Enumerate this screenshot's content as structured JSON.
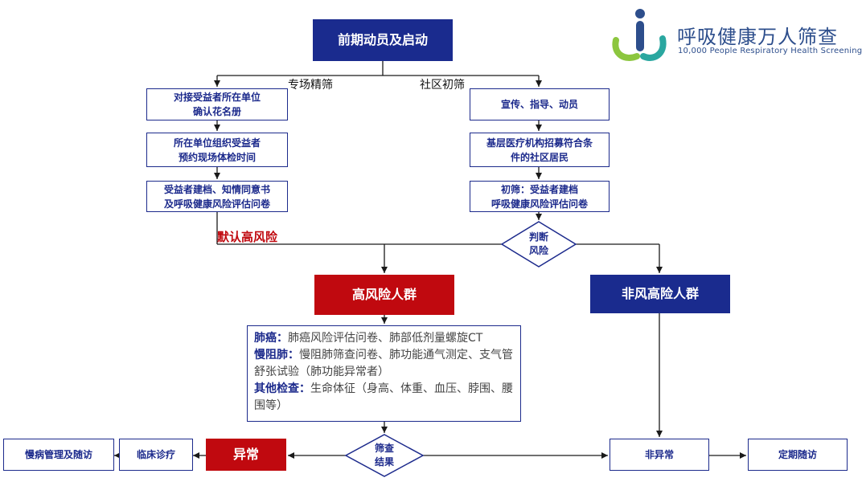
{
  "logo": {
    "title": "呼吸健康万人筛查",
    "subtitle": "10,000 People Respiratory Health Screening"
  },
  "nodes": {
    "start": "前期动员及启动",
    "left_1": [
      "对接受益者所在单位",
      "确认花名册"
    ],
    "left_2": [
      "所在单位组织受益者",
      "预约现场体检时间"
    ],
    "left_3": [
      "受益者建档、知情同意书",
      "及呼吸健康风险评估问卷"
    ],
    "right_1": "宣传、指导、动员",
    "right_2": [
      "基层医疗机构招募符合条",
      "件的社区居民"
    ],
    "right_3": [
      "初筛：受益者建档",
      "呼吸健康风险评估问卷"
    ],
    "risk_judge": [
      "判断",
      "风险"
    ],
    "high_risk": "高风险人群",
    "non_high_risk": "非风高险人群",
    "screen_result": [
      "筛查",
      "结果"
    ],
    "abnormal": "异常",
    "clinical": "临床诊疗",
    "chronic": "慢病管理及随访",
    "normal": "非异常",
    "followup": "定期随访"
  },
  "labels": {
    "branch_left": "专场精筛",
    "branch_right": "社区初筛",
    "default_high": "默认高风险"
  },
  "tests": [
    {
      "key": "肺癌：",
      "text": "肺癌风险评估问卷、肺部低剂量螺旋CT"
    },
    {
      "key": "慢阻肺：",
      "text": "慢阻肺筛查问卷、肺功能通气测定、支气管舒张试验（肺功能异常者）"
    },
    {
      "key": "其他检查：",
      "text": "生命体征（身高、体重、血压、脖围、腰围等）"
    }
  ],
  "colors": {
    "navy": "#1a2b8e",
    "red": "#c0090f",
    "logo_blue": "#2d4e8c",
    "logo_green": "#8cc63f",
    "logo_teal": "#2aa7a0"
  }
}
